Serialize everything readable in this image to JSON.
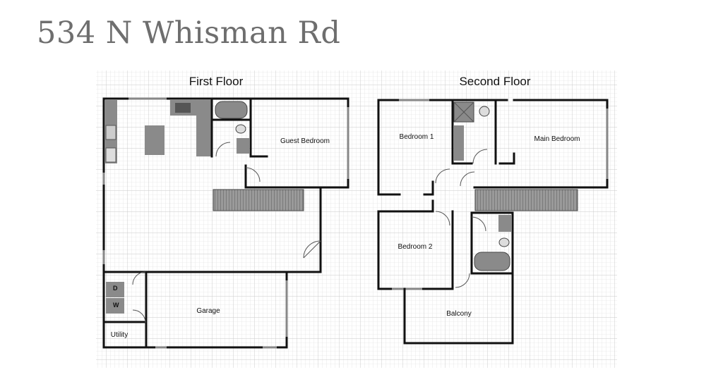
{
  "page": {
    "title": "534 N Whisman Rd"
  },
  "first_floor": {
    "title": "First Floor",
    "rooms": {
      "guest_bedroom": "Guest Bedroom",
      "garage": "Garage",
      "utility": "Utility",
      "dryer": "D",
      "washer": "W"
    }
  },
  "second_floor": {
    "title": "Second Floor",
    "rooms": {
      "bedroom_1": "Bedroom 1",
      "main_bedroom": "Main Bedroom",
      "bedroom_2": "Bedroom 2",
      "balcony": "Balcony"
    }
  },
  "colors": {
    "wall": "#111111",
    "grid": "#d9d9d9",
    "fixture": "#8a8a8a",
    "title_text": "#6e6e6e"
  }
}
